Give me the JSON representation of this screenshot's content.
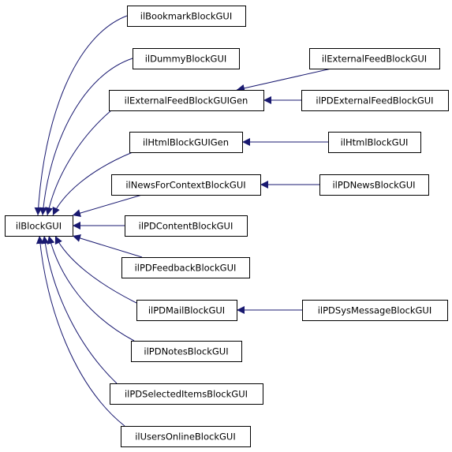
{
  "diagram": {
    "edge_color": "#191970",
    "nodes": [
      {
        "id": "ilBlockGUI",
        "label": "ilBlockGUI"
      },
      {
        "id": "ilBookmarkBlockGUI",
        "label": "ilBookmarkBlockGUI"
      },
      {
        "id": "ilDummyBlockGUI",
        "label": "ilDummyBlockGUI"
      },
      {
        "id": "ilExternalFeedBlockGUIGen",
        "label": "ilExternalFeedBlockGUIGen"
      },
      {
        "id": "ilHtmlBlockGUIGen",
        "label": "ilHtmlBlockGUIGen"
      },
      {
        "id": "ilNewsForContextBlockGUI",
        "label": "ilNewsForContextBlockGUI"
      },
      {
        "id": "ilPDContentBlockGUI",
        "label": "ilPDContentBlockGUI"
      },
      {
        "id": "ilPDFeedbackBlockGUI",
        "label": "ilPDFeedbackBlockGUI"
      },
      {
        "id": "ilPDMailBlockGUI",
        "label": "ilPDMailBlockGUI"
      },
      {
        "id": "ilPDNotesBlockGUI",
        "label": "ilPDNotesBlockGUI"
      },
      {
        "id": "ilPDSelectedItemsBlockGUI",
        "label": "ilPDSelectedItemsBlockGUI"
      },
      {
        "id": "ilUsersOnlineBlockGUI",
        "label": "ilUsersOnlineBlockGUI"
      },
      {
        "id": "ilExternalFeedBlockGUI",
        "label": "ilExternalFeedBlockGUI"
      },
      {
        "id": "ilPDExternalFeedBlockGUI",
        "label": "ilPDExternalFeedBlockGUI"
      },
      {
        "id": "ilHtmlBlockGUI",
        "label": "ilHtmlBlockGUI"
      },
      {
        "id": "ilPDNewsBlockGUI",
        "label": "ilPDNewsBlockGUI"
      },
      {
        "id": "ilPDSysMessageBlockGUI",
        "label": "ilPDSysMessageBlockGUI"
      }
    ],
    "edges": [
      {
        "child": "ilBookmarkBlockGUI",
        "parent": "ilBlockGUI"
      },
      {
        "child": "ilDummyBlockGUI",
        "parent": "ilBlockGUI"
      },
      {
        "child": "ilExternalFeedBlockGUIGen",
        "parent": "ilBlockGUI"
      },
      {
        "child": "ilHtmlBlockGUIGen",
        "parent": "ilBlockGUI"
      },
      {
        "child": "ilNewsForContextBlockGUI",
        "parent": "ilBlockGUI"
      },
      {
        "child": "ilPDContentBlockGUI",
        "parent": "ilBlockGUI"
      },
      {
        "child": "ilPDFeedbackBlockGUI",
        "parent": "ilBlockGUI"
      },
      {
        "child": "ilPDMailBlockGUI",
        "parent": "ilBlockGUI"
      },
      {
        "child": "ilPDNotesBlockGUI",
        "parent": "ilBlockGUI"
      },
      {
        "child": "ilPDSelectedItemsBlockGUI",
        "parent": "ilBlockGUI"
      },
      {
        "child": "ilUsersOnlineBlockGUI",
        "parent": "ilBlockGUI"
      },
      {
        "child": "ilExternalFeedBlockGUI",
        "parent": "ilExternalFeedBlockGUIGen"
      },
      {
        "child": "ilPDExternalFeedBlockGUI",
        "parent": "ilExternalFeedBlockGUIGen"
      },
      {
        "child": "ilHtmlBlockGUI",
        "parent": "ilHtmlBlockGUIGen"
      },
      {
        "child": "ilPDNewsBlockGUI",
        "parent": "ilNewsForContextBlockGUI"
      },
      {
        "child": "ilPDSysMessageBlockGUI",
        "parent": "ilPDMailBlockGUI"
      }
    ]
  }
}
